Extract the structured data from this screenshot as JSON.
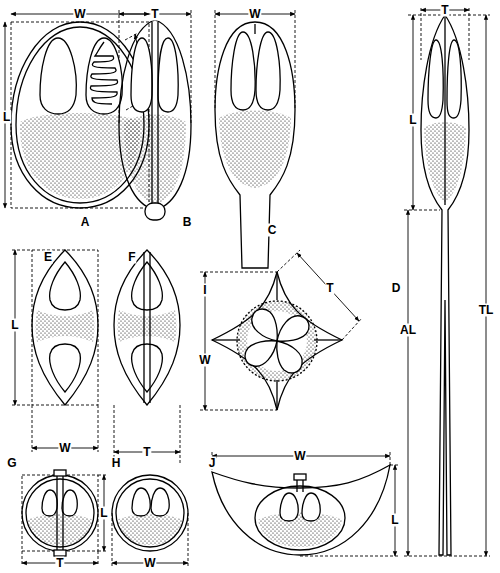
{
  "diagram": {
    "labels": [
      "W",
      "L",
      "A",
      "T",
      "B",
      "W",
      "C",
      "T",
      "L",
      "D",
      "AL",
      "TL",
      "L",
      "E",
      "W",
      "F",
      "T",
      "W",
      "T",
      "I",
      "G",
      "L",
      "T",
      "H",
      "W",
      "J",
      "W",
      "L"
    ]
  }
}
